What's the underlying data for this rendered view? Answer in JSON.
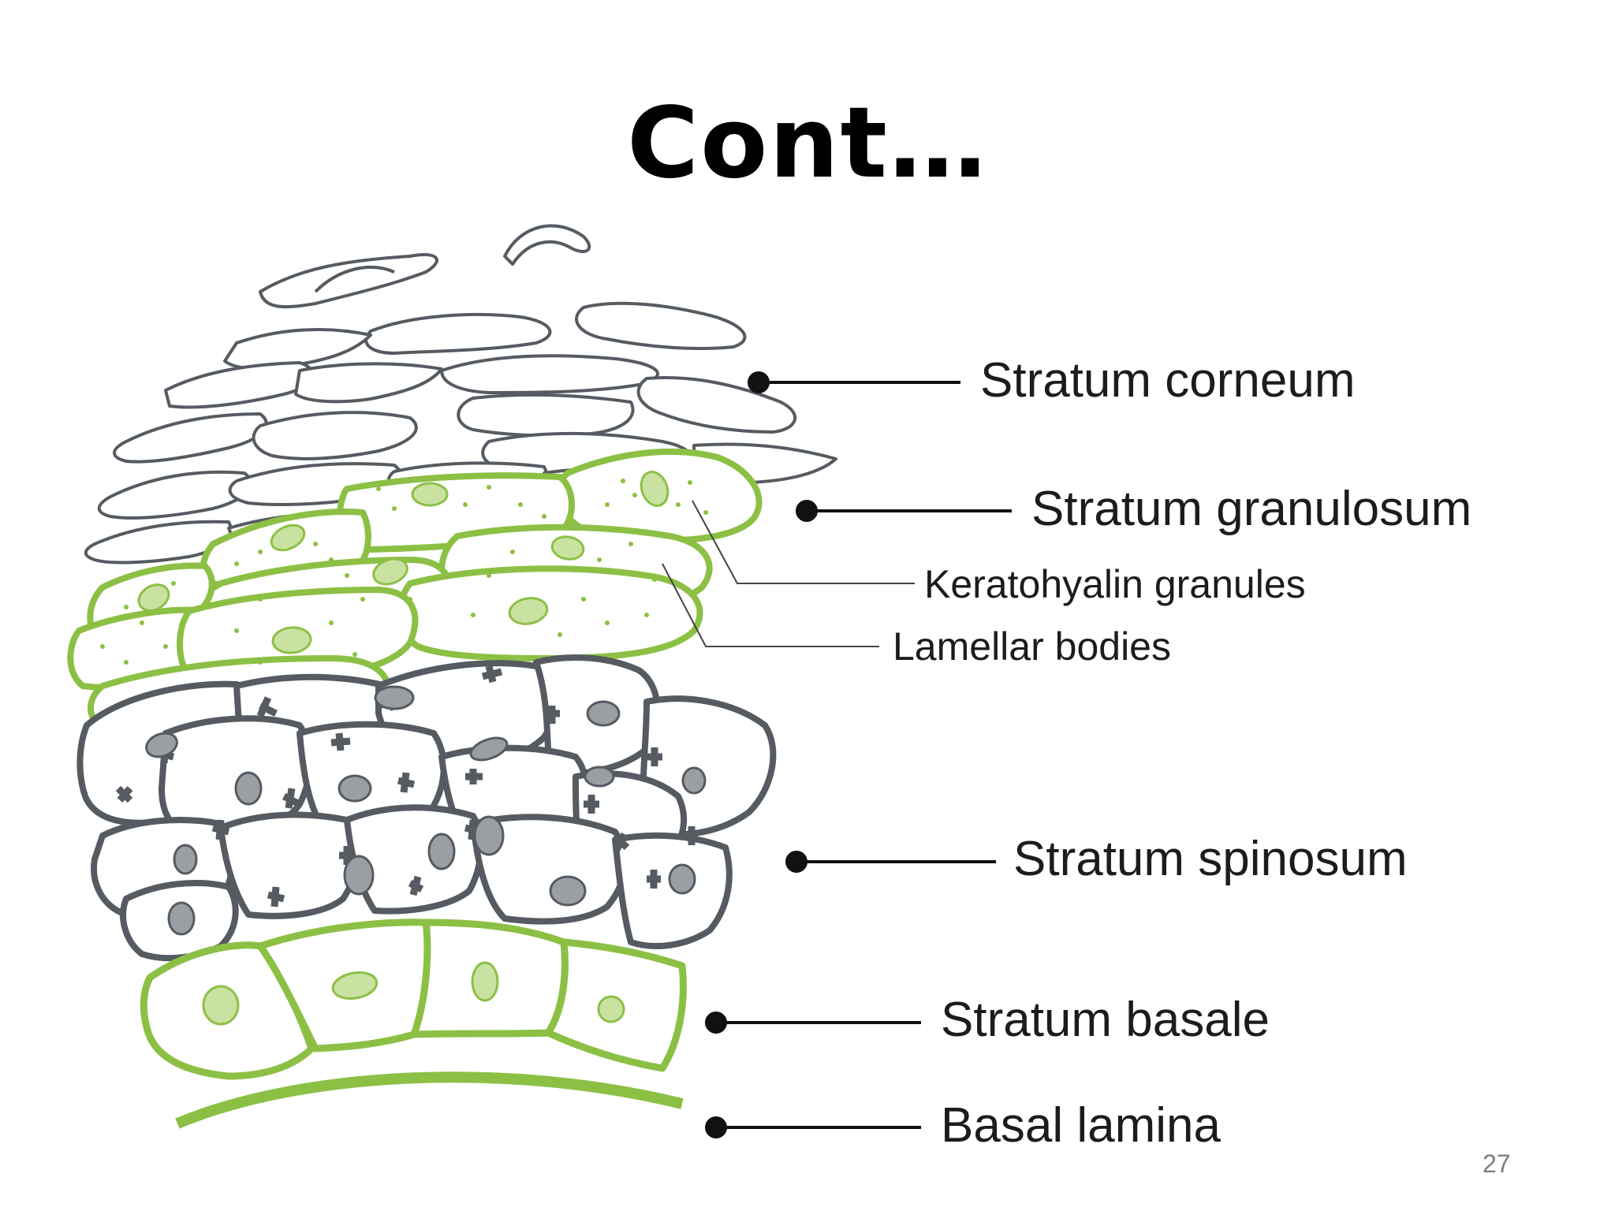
{
  "slide": {
    "title": "Cont…",
    "page_number": "27"
  },
  "diagram": {
    "labels": {
      "stratum_corneum": "Stratum corneum",
      "stratum_granulosum": "Stratum granulosum",
      "keratohyalin_granules": "Keratohyalin granules",
      "lamellar_bodies": "Lamellar bodies",
      "stratum_spinosum": "Stratum spinosum",
      "stratum_basale": "Stratum basale",
      "basal_lamina": "Basal lamina"
    },
    "colors": {
      "green": "#8cc045",
      "green_fill": "#c9e2a2",
      "dark_gray": "#555b61",
      "nucleus_gray": "#9a9fa4",
      "leader": "#111111"
    }
  }
}
